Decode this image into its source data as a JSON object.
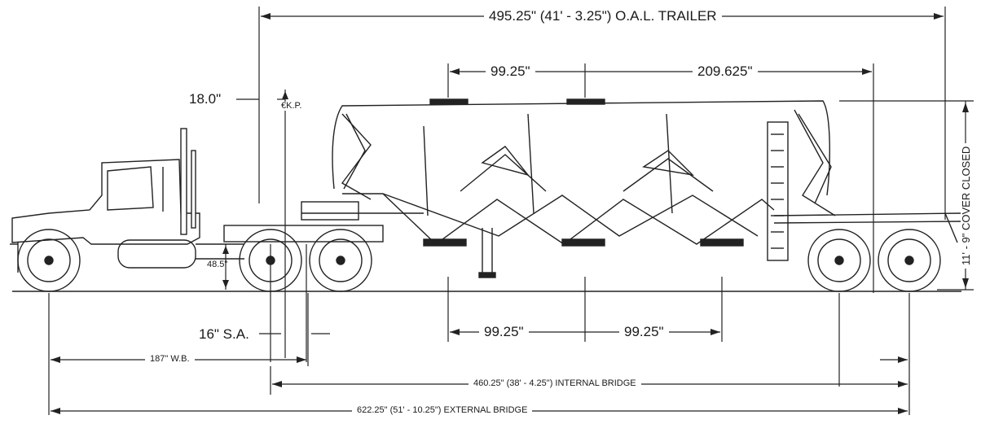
{
  "dimensions": {
    "oal_trailer": "495.25\" (41' - 3.25\") O.A.L. TRAILER",
    "hatch_spacing": "99.25\"",
    "hatch_to_rear": "209.625\"",
    "kingpin_offset": "18.0\"",
    "kingpin_label": "€K.P.",
    "cover_closed": "11' - 9\" COVER CLOSED",
    "fifth_wheel_height": "48.5\"",
    "spread_axle": "16\" S.A.",
    "hopper_spacing_1": "99.25\"",
    "hopper_spacing_2": "99.25\"",
    "wheel_base": "187\" W.B.",
    "internal_bridge": "460.25\" (38' - 4.25\") INTERNAL BRIDGE",
    "external_bridge": "622.25\" (51' - 10.25\") EXTERNAL BRIDGE"
  }
}
